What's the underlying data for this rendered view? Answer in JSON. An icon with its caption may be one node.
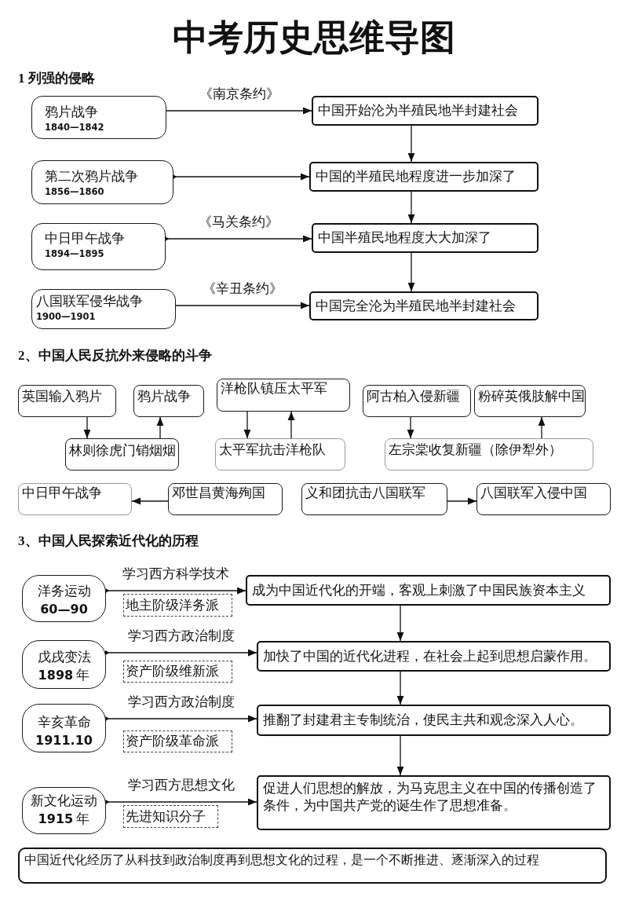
{
  "diagram": {
    "title": "中考历史思维导图",
    "nodes": [
      {
        "text": [
          "鸦片战争",
          "1840—1842"
        ]
      },
      {
        "text": [
          "中国开始沦为半殖民地半封建社会"
        ]
      },
      {
        "text": [
          "第二次鸦片战争",
          "1856—1860"
        ]
      },
      {
        "text": [
          "中国的半殖民地程度进一步加深了"
        ]
      },
      {
        "text": [
          "中日甲午战争",
          "1894—1895"
        ]
      },
      {
        "text": [
          "中国半殖民地程度大大加深了"
        ]
      },
      {
        "text": [
          "八国联军侵华战争",
          "1900—1901"
        ]
      },
      {
        "text": [
          "中国完全沦为半殖民地半封建社会"
        ]
      },
      {
        "text": [
          "英国输入鸦片"
        ]
      },
      {
        "text": [
          "鸦片战争"
        ]
      },
      {
        "text": [
          "洋枪队镇压太平军"
        ]
      },
      {
        "text": [
          "阿古柏入侵新疆"
        ]
      },
      {
        "text": [
          "粉碎英俄肢解中国"
        ]
      },
      {
        "text": [
          "林则徐虎门销烟烟"
        ]
      },
      {
        "text": [
          "太平军抗击洋枪队"
        ]
      },
      {
        "text": [
          "左宗棠收复新疆（除伊犁外）"
        ]
      },
      {
        "text": [
          "中日甲午战争"
        ]
      },
      {
        "text": [
          "邓世昌黄海殉国"
        ]
      },
      {
        "text": [
          "义和团抗击八国联军"
        ]
      },
      {
        "text": [
          "八国联军入侵中国"
        ]
      },
      {
        "text": [
          "洋务运动",
          "60—90"
        ]
      },
      {
        "text": [
          "成为中国近代化的开端，客观上刺激了中国民族资本主义"
        ]
      },
      {
        "text": [
          "地主阶级洋务派"
        ]
      },
      {
        "text": [
          "戊戌变法",
          "**1898** 年"
        ]
      },
      {
        "text": [
          "加快了中国的近代化进程，在社会上起到思想启蒙作用。"
        ]
      },
      {
        "text": [
          "资产阶级维新派"
        ]
      },
      {
        "text": [
          "辛亥革命",
          "1911.10"
        ]
      },
      {
        "text": [
          "推翻了封建君主专制统治，使民主共和观念深入人心。"
        ]
      },
      {
        "text": [
          "资产阶级革命派"
        ]
      },
      {
        "text": [
          "新文化运动",
          "**1915** 年"
        ]
      },
      {
        "text": [
          "促进人们思想的解放，为马克思主义在中国的传播创造了条件，为中国共产党的诞生作了思想准备。"
        ]
      },
      {
        "text": [
          "先进知识分子"
        ]
      },
      {
        "text": [
          "中国近代化经历了从科技到政治制度再到思想文化的过程，是一个不断推进、逐渐深入的过程"
        ]
      }
    ],
    "edges": [
      {
        "from": 0,
        "to": 1,
        "arrow": "to",
        "label": "《南京条约》"
      },
      {
        "from": 2,
        "to": 3,
        "arrow": "to"
      },
      {
        "from": 4,
        "to": 5,
        "arrow": "to",
        "label": "《马关条约》"
      },
      {
        "from": 6,
        "to": 7,
        "arrow": "to",
        "label": "《辛丑条约》"
      },
      {
        "from": 1,
        "to": 3,
        "arrow": "to"
      },
      {
        "from": 3,
        "to": 5,
        "arrow": "to"
      },
      {
        "from": 5,
        "to": 7,
        "arrow": "to"
      },
      {
        "from": 8,
        "to": 13,
        "arrow": "to"
      },
      {
        "from": 13,
        "to": 9,
        "arrow": "to"
      },
      {
        "from": 10,
        "to": 14,
        "arrow": "to"
      },
      {
        "from": 14,
        "to": 10,
        "arrow": "to"
      },
      {
        "from": 11,
        "to": 15,
        "arrow": "to"
      },
      {
        "from": 15,
        "to": 12,
        "arrow": "to"
      },
      {
        "from": 17,
        "to": 16,
        "arrow": "to"
      },
      {
        "from": 18,
        "to": 19,
        "arrow": "to"
      },
      {
        "from": 20,
        "to": 21,
        "arrow": "to",
        "label": "学习西方科学技术"
      },
      {
        "from": 23,
        "to": 24,
        "arrow": "to",
        "label": "学习西方政治制度"
      },
      {
        "from": 26,
        "to": 27,
        "arrow": "to",
        "label": "学习西方政治制度"
      },
      {
        "from": 29,
        "to": 30,
        "arrow": "to",
        "label": "学习西方思想文化"
      },
      {
        "from": 21,
        "to": 24,
        "arrow": "to"
      },
      {
        "from": 24,
        "to": 27,
        "arrow": "to"
      },
      {
        "from": 27,
        "to": 30,
        "arrow": "to"
      }
    ],
    "labels": [
      "1 列强的侵略",
      "2、中国人民反抗外来侵略的斗争",
      "3、中国人民探索近代化的历程"
    ]
  }
}
